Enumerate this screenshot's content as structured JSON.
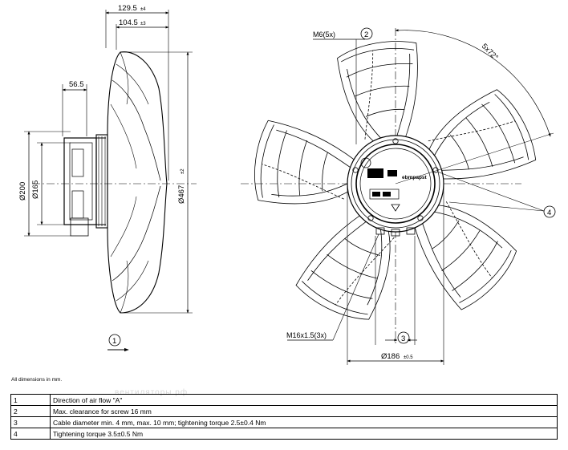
{
  "side_view": {
    "dim_overall_depth": "129.5",
    "dim_overall_depth_tol": "±4",
    "dim_blade_depth": "104.5",
    "dim_blade_depth_tol": "±3",
    "dim_motor_depth": "56.5",
    "dim_dia_200": "Ø200",
    "dim_dia_165": "Ø165",
    "dim_dia_467": "Ø467",
    "dim_dia_467_tol": "±2",
    "airflow_callout": "1"
  },
  "front_view": {
    "thread_m6": "M6(5x)",
    "callout_2": "2",
    "angle_label": "5x72°",
    "callout_4": "4",
    "thread_m16": "M16x1.5(3x)",
    "callout_3": "3",
    "dim_dia_186": "Ø186",
    "dim_dia_186_tol": "±0.5",
    "brand": "ebmpapst"
  },
  "note": "All dimensions in mm.",
  "watermark": "вентиляторы.рф",
  "legend": [
    {
      "num": "1",
      "text": "Direction of air flow \"A\""
    },
    {
      "num": "2",
      "text": "Max. clearance for screw 16 mm"
    },
    {
      "num": "3",
      "text": "Cable diameter min. 4 mm, max. 10 mm; tightening torque 2.5±0.4 Nm"
    },
    {
      "num": "4",
      "text": "Tightening torque 3.5±0.5 Nm"
    }
  ]
}
